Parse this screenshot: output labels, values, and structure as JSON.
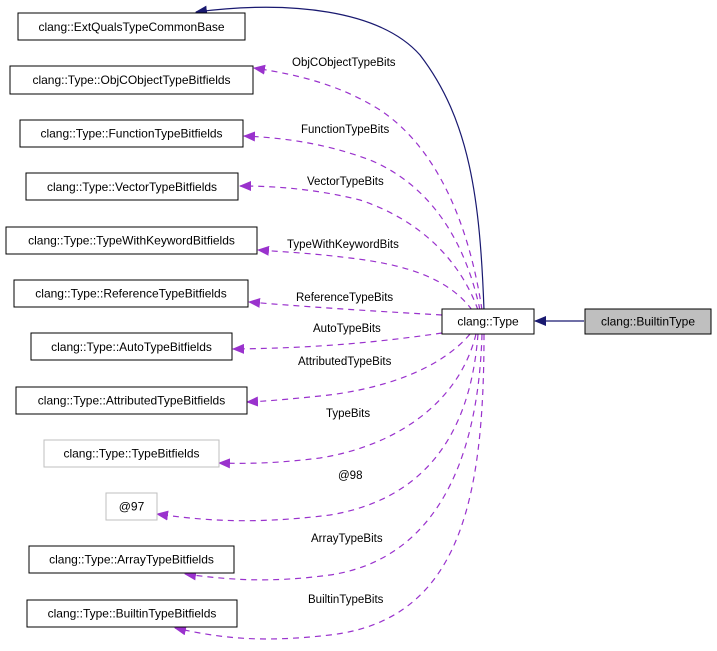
{
  "diagram": {
    "title": "Inheritance / collaboration graph for clang::BuiltinType",
    "colors": {
      "inheritance_edge": "#191970",
      "usage_edge": "#9a32cd",
      "node_border": "#000000",
      "undocumented_node_border": "#bfbfbf",
      "focus_node_fill": "#bfbfbf",
      "node_fill": "#ffffff"
    },
    "nodes": [
      {
        "id": "builtin_type",
        "label": "clang::BuiltinType",
        "style": "focus"
      },
      {
        "id": "type",
        "label": "clang::Type",
        "style": "normal"
      },
      {
        "id": "extquals",
        "label": "clang::ExtQualsTypeCommonBase",
        "style": "normal"
      },
      {
        "id": "objc",
        "label": "clang::Type::ObjCObjectTypeBitfields",
        "style": "normal"
      },
      {
        "id": "function",
        "label": "clang::Type::FunctionTypeBitfields",
        "style": "normal"
      },
      {
        "id": "vector",
        "label": "clang::Type::VectorTypeBitfields",
        "style": "normal"
      },
      {
        "id": "typewithkeyword",
        "label": "clang::Type::TypeWithKeywordBitfields",
        "style": "normal"
      },
      {
        "id": "reference",
        "label": "clang::Type::ReferenceTypeBitfields",
        "style": "normal"
      },
      {
        "id": "auto",
        "label": "clang::Type::AutoTypeBitfields",
        "style": "normal"
      },
      {
        "id": "attributed",
        "label": "clang::Type::AttributedTypeBitfields",
        "style": "normal"
      },
      {
        "id": "typebitfields",
        "label": "clang::Type::TypeBitfields",
        "style": "undocumented"
      },
      {
        "id": "anon97",
        "label": "@97",
        "style": "undocumented"
      },
      {
        "id": "array",
        "label": "clang::Type::ArrayTypeBitfields",
        "style": "normal"
      },
      {
        "id": "builtinbitfields",
        "label": "clang::Type::BuiltinTypeBitfields",
        "style": "normal"
      }
    ],
    "edges": [
      {
        "from": "builtin_type",
        "to": "type",
        "kind": "inheritance",
        "label": ""
      },
      {
        "from": "type",
        "to": "extquals",
        "kind": "inheritance",
        "label": ""
      },
      {
        "from": "type",
        "to": "objc",
        "kind": "usage",
        "label": "ObjCObjectTypeBits"
      },
      {
        "from": "type",
        "to": "function",
        "kind": "usage",
        "label": "FunctionTypeBits"
      },
      {
        "from": "type",
        "to": "vector",
        "kind": "usage",
        "label": "VectorTypeBits"
      },
      {
        "from": "type",
        "to": "typewithkeyword",
        "kind": "usage",
        "label": "TypeWithKeywordBits"
      },
      {
        "from": "type",
        "to": "reference",
        "kind": "usage",
        "label": "ReferenceTypeBits"
      },
      {
        "from": "type",
        "to": "auto",
        "kind": "usage",
        "label": "AutoTypeBits"
      },
      {
        "from": "type",
        "to": "attributed",
        "kind": "usage",
        "label": "AttributedTypeBits"
      },
      {
        "from": "type",
        "to": "typebitfields",
        "kind": "usage",
        "label": "TypeBits"
      },
      {
        "from": "type",
        "to": "anon97",
        "kind": "usage",
        "label": "@98"
      },
      {
        "from": "type",
        "to": "array",
        "kind": "usage",
        "label": "ArrayTypeBits"
      },
      {
        "from": "type",
        "to": "builtinbitfields",
        "kind": "usage",
        "label": "BuiltinTypeBits"
      }
    ]
  }
}
